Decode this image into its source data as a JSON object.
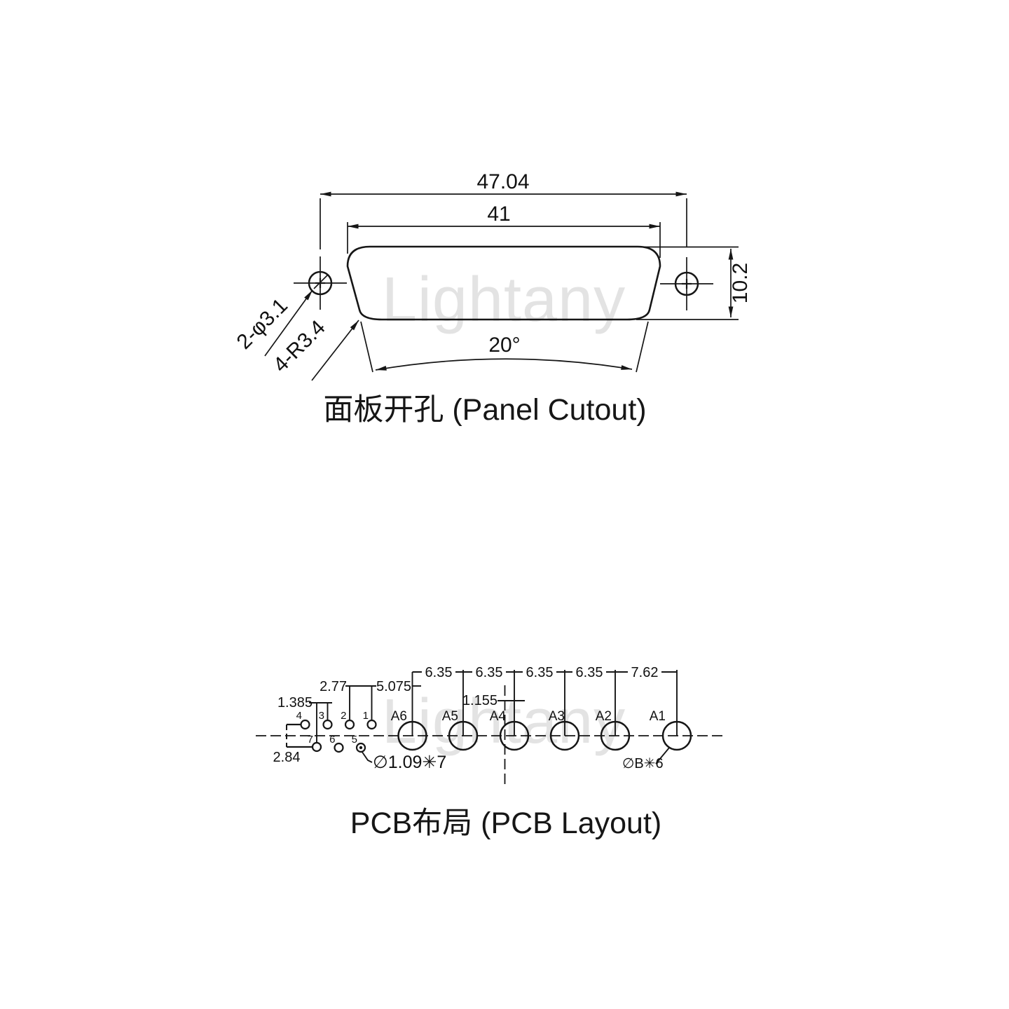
{
  "watermark": "Lightany",
  "panel_cutout": {
    "title": "面板开孔 (Panel Cutout)",
    "dim_outer_width": "47.04",
    "dim_cutout_width": "41",
    "dim_height": "10.2",
    "dim_taper_angle": "20°",
    "label_mount_holes": "2-φ3.1",
    "label_corner_radius": "4-R3.4"
  },
  "pcb_layout": {
    "title": "PCB布局 (PCB Layout)",
    "pitches": [
      "6.35",
      "6.35",
      "6.35",
      "6.35",
      "7.62"
    ],
    "dims": {
      "row_offset": "1.385",
      "signal_pitch": "2.77",
      "signal_to_coax": "5.075",
      "center_offset": "1.155",
      "row_spacing": "2.84"
    },
    "coax_pads": [
      "A6",
      "A5",
      "A4",
      "A3",
      "A2",
      "A1"
    ],
    "signal_pins_top": [
      "4",
      "3",
      "2",
      "1"
    ],
    "signal_pins_bottom": [
      "7",
      "6",
      "5"
    ],
    "label_signal_holes": "∅1.09✳7",
    "label_coax_holes": "∅B✳6"
  }
}
